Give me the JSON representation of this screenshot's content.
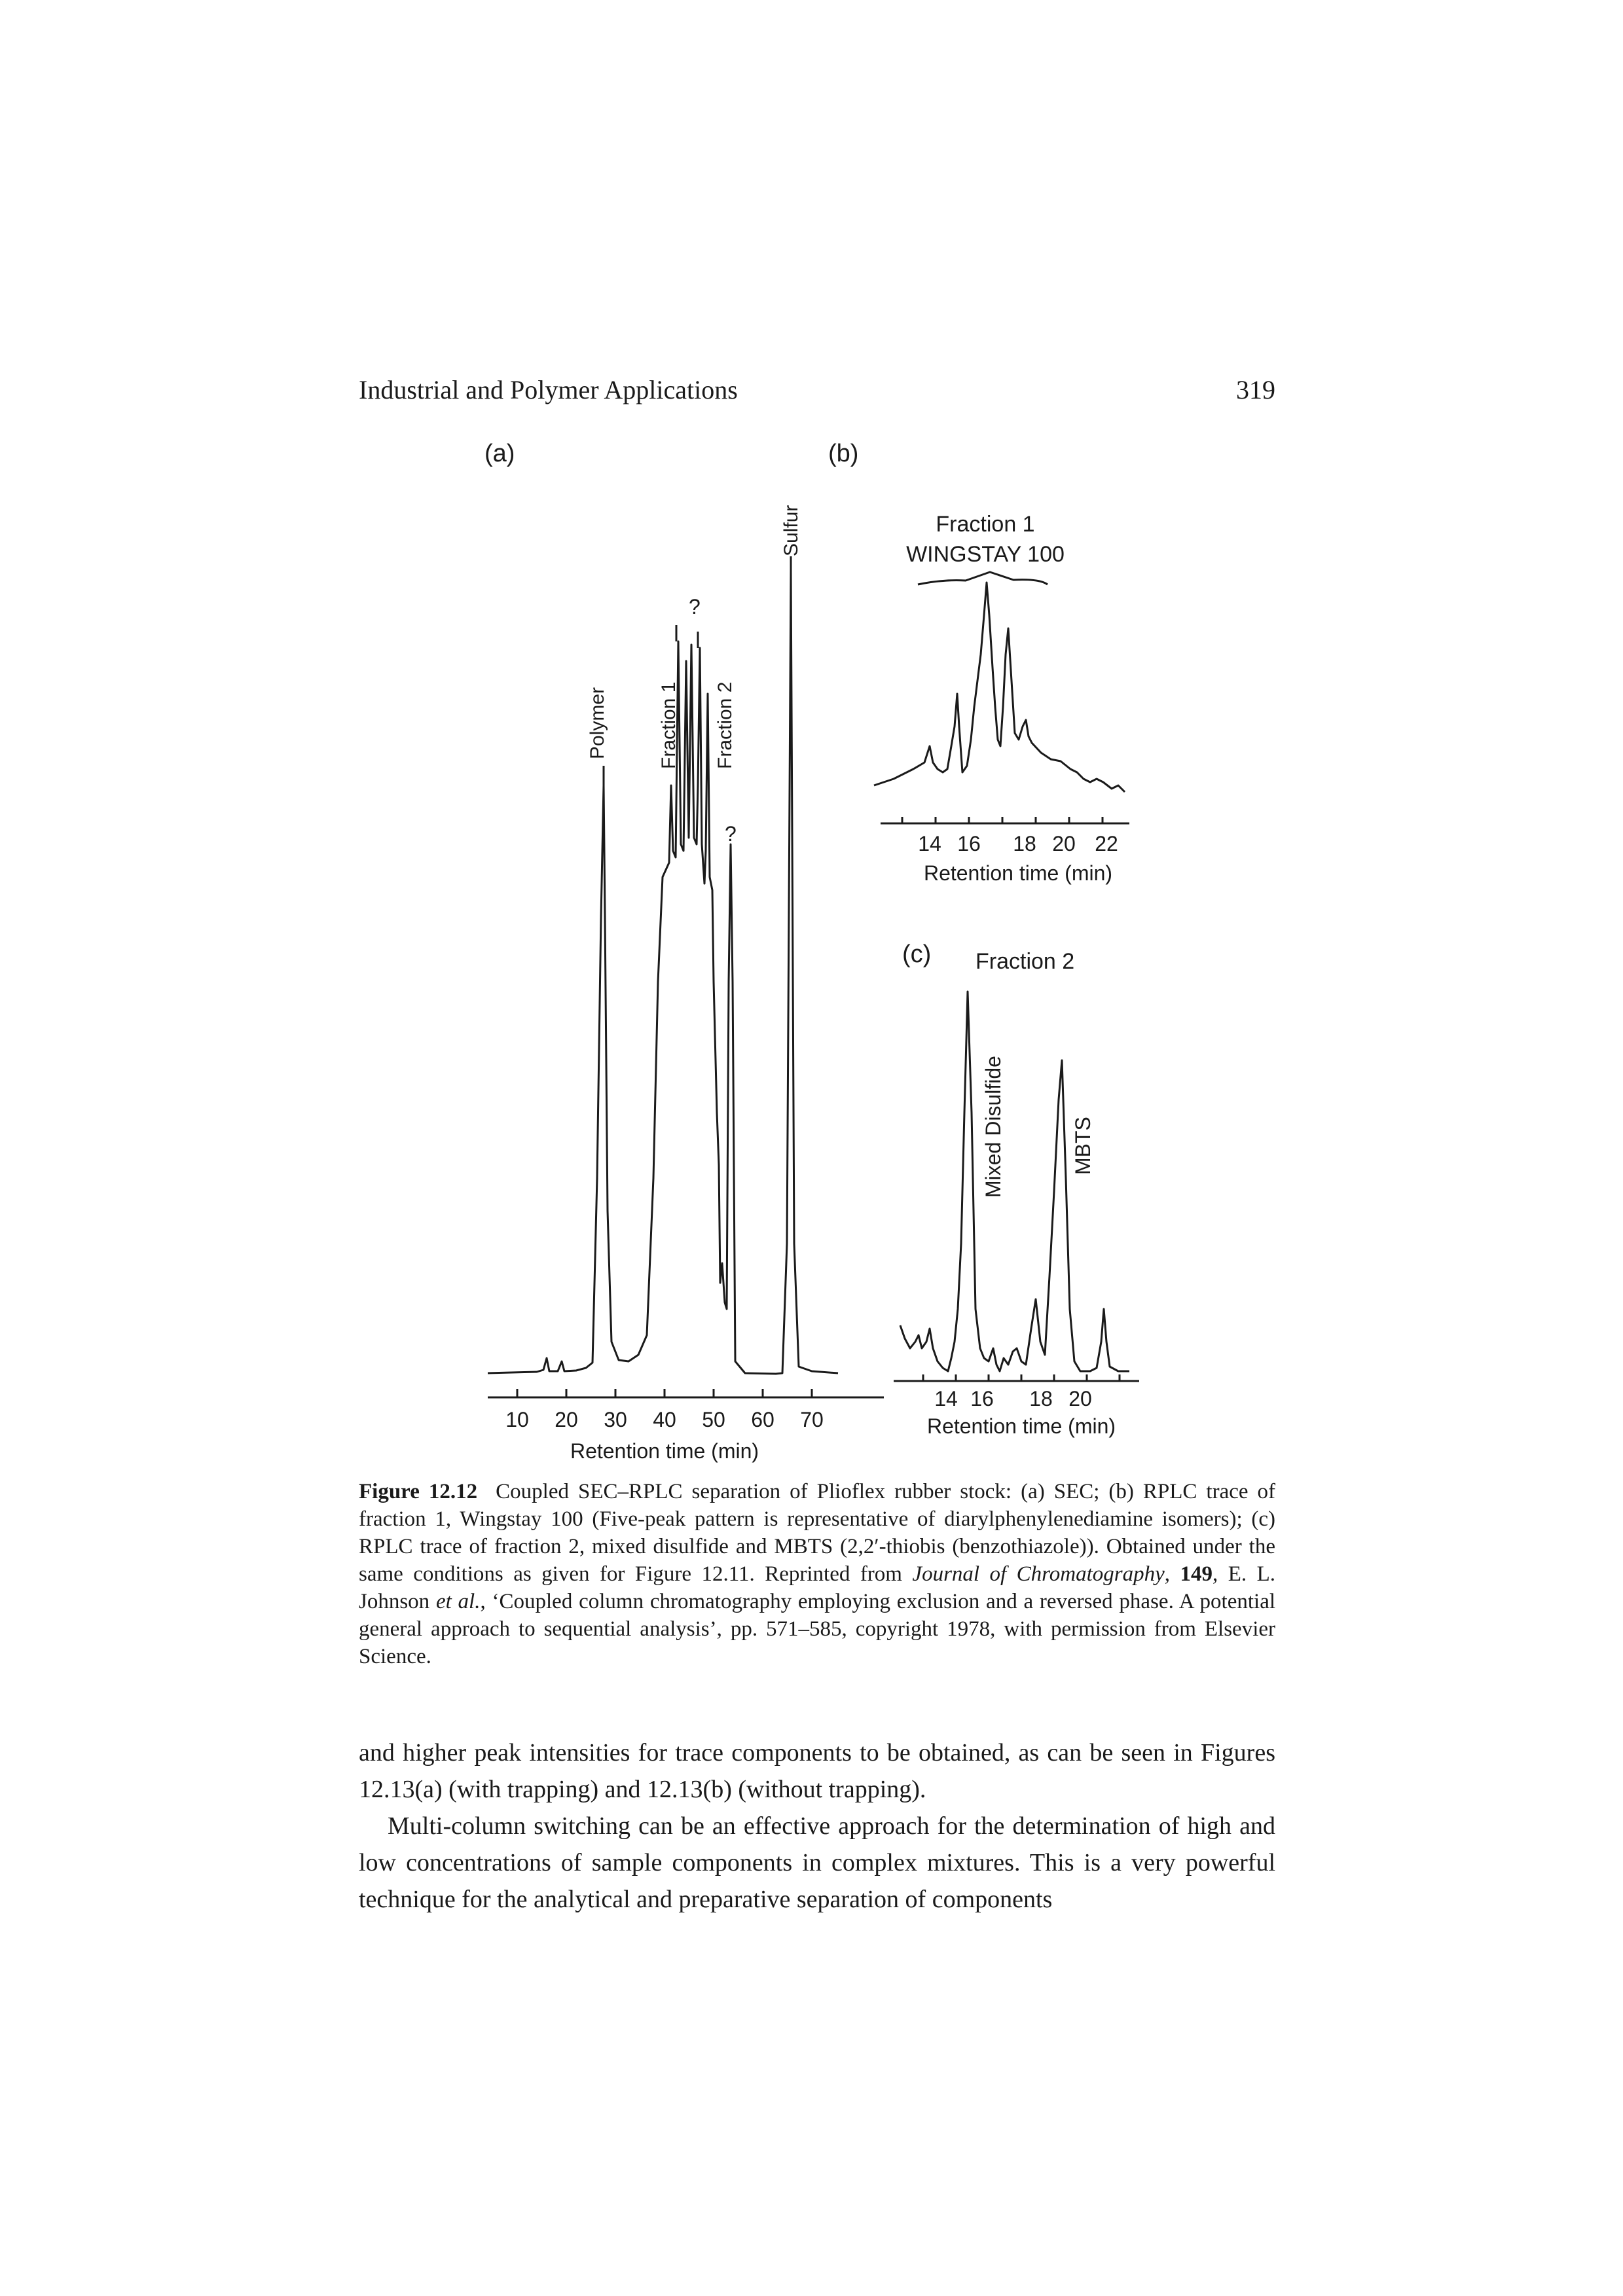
{
  "header": {
    "title": "Industrial and Polymer Applications",
    "page_number": "319"
  },
  "figure": {
    "panel_a": {
      "label": "(a)",
      "xlabel": "Retention time (min)",
      "ticks": [
        "10",
        "20",
        "30",
        "40",
        "50",
        "60",
        "70"
      ],
      "peak_labels": {
        "polymer": "Polymer",
        "fraction1": "Fraction 1",
        "fraction2": "Fraction 2",
        "q1": "?",
        "q2": "?",
        "sulfur": "Sulfur"
      }
    },
    "panel_b": {
      "label": "(b)",
      "title_line1": "Fraction 1",
      "title_line2": "WINGSTAY 100",
      "xlabel": "Retention time (min)",
      "ticks": [
        "14",
        "16",
        "18",
        "20",
        "22"
      ]
    },
    "panel_c": {
      "label": "(c)",
      "title": "Fraction 2",
      "xlabel": "Retention time (min)",
      "ticks": [
        "14",
        "16",
        "18",
        "20"
      ],
      "peak_labels": {
        "mixed": "Mixed Disulfide",
        "mbts": "MBTS"
      }
    }
  },
  "caption": {
    "label": "Figure 12.12",
    "text_part1": "Coupled SEC–RPLC separation of Plioflex rubber stock: (a) SEC; (b) RPLC trace of fraction 1, Wingstay 100 (Five-peak pattern is representative of diarylphenylenediamine isomers); (c) RPLC trace of fraction 2, mixed disulfide and MBTS (2,2′-thiobis (benzothiazole)). Obtained under the same conditions as given for Figure 12.11. Reprinted from ",
    "journal": "Journal of Chromatography",
    "text_part2": ", ",
    "volume": "149",
    "text_part3": ", E. L. Johnson ",
    "etal": "et al.",
    "text_part4": ", ‘Coupled column chromatography employing exclusion and a reversed phase. A potential general approach to sequential analysis’, pp. 571–585, copyright 1978, with permission from Elsevier Science."
  },
  "body": {
    "paragraph1": "and higher peak intensities for trace components to be obtained, as can be seen in Figures 12.13(a) (with trapping) and 12.13(b) (without trapping).",
    "paragraph2": "Multi-column switching can be an effective approach for the determination of high and low concentrations of sample components in complex mixtures. This is a very powerful technique for the analytical and preparative separation of components"
  }
}
